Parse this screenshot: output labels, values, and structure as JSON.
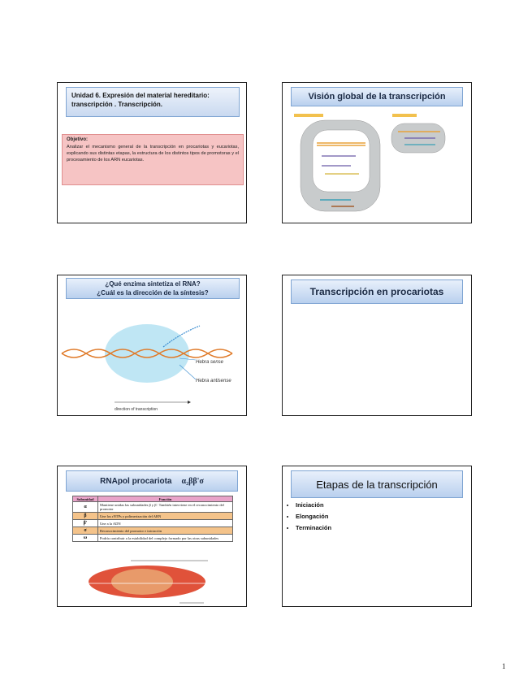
{
  "slide1": {
    "title": "Unidad 6. Expresión del material hereditario: transcripción . Transcripción.",
    "objective_label": "Objetivo:",
    "objective_text": "Analizar el mecanismo general de la transcripción en procariotas y eucariotas, explicando sus distintas etapas, la estructura de los distintos tipos de promotoras y el procesamiento de los ARN eucariotas."
  },
  "slide2": {
    "title": "Visión global de la transcripción"
  },
  "slide3": {
    "title_line1": "¿Qué enzima sintetiza el RNA?",
    "title_line2": "¿Cuál es la dirección de la síntesis?",
    "label_sense": "Hebra sense",
    "label_antisense_prefix": "Hebra ",
    "label_antisense": "antisense",
    "direction_label": "direction of transcription"
  },
  "slide4": {
    "title": "Transcripción en procariotas"
  },
  "slide5": {
    "title": "RNApol procariota",
    "formula": "α₂ββ'σ",
    "table_headers": [
      "Subunidad",
      "Función"
    ],
    "table_rows": [
      [
        "α",
        "Mantiene unidas las subunidades β y β'. También interviene en el reconocimiento del promotor"
      ],
      [
        "β",
        "Une los rNTPs y polimerización del ARN"
      ],
      [
        "β'",
        "Une a la ADN"
      ],
      [
        "σ",
        "Reconocimiento del promotor e iniciación"
      ],
      [
        "ω",
        "Podría contribuir a la estabilidad del complejo formado por las otras subunidades"
      ]
    ]
  },
  "slide6": {
    "title": "Etapas de la transcripción",
    "items": [
      "Iniciación",
      "Elongación",
      "Terminación"
    ]
  },
  "page_number": "1",
  "colors": {
    "title_blue": "#b9d0ee",
    "objective_pink": "#f6c4c4",
    "table_orange": "#f4c38a",
    "table_pink": "#e9a3c9",
    "rnapol_red": "#e0523a"
  }
}
